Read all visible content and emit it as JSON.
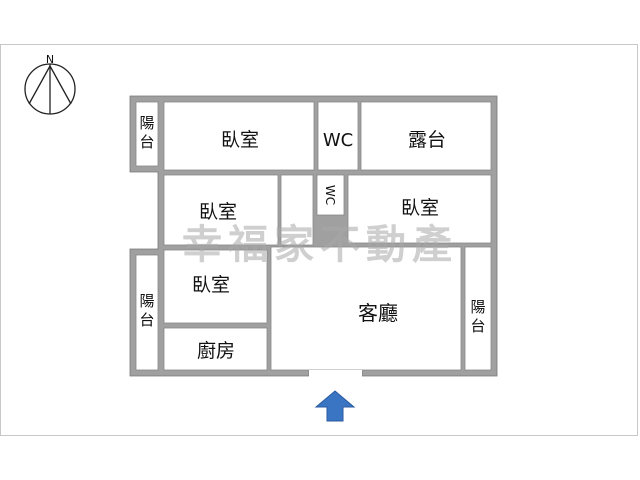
{
  "compass": {
    "label": "N"
  },
  "rooms": {
    "balcony_tl": "陽台",
    "bedroom_top": "臥室",
    "wc_top": "WC",
    "terrace": "露台",
    "bedroom_mid_left": "臥室",
    "wc_mid": "WC",
    "bedroom_mid_right": "臥室",
    "balcony_bl": "陽台",
    "bedroom_lower": "臥室",
    "kitchen": "廚房",
    "living_room": "客廳",
    "balcony_right": "陽台"
  },
  "watermark": "幸福家不動產",
  "entrance_icon": "up-arrow-icon",
  "colors": {
    "wall": "#a0a0a0",
    "arrow": "#3a75c4",
    "frame": "#c8c8c8"
  }
}
